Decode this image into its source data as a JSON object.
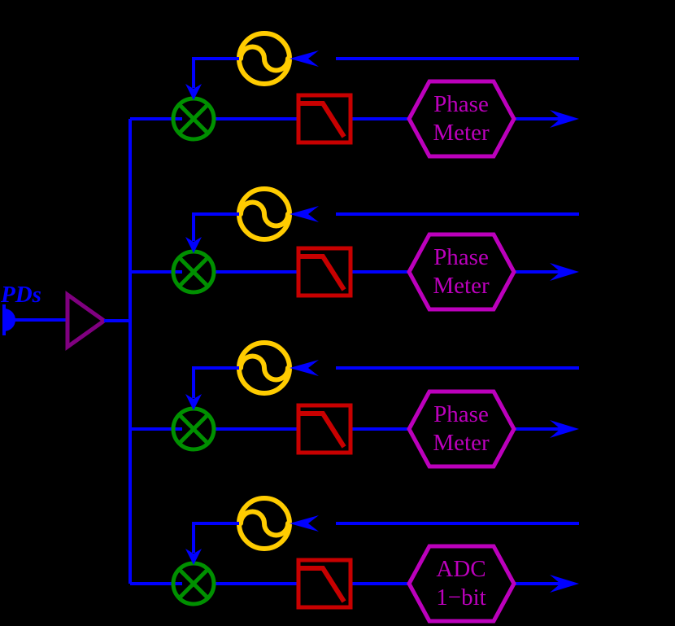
{
  "diagram": {
    "background_color": "#000000",
    "colors": {
      "wire_blue": "#0000ff",
      "oscillator_yellow": "#ffcc00",
      "mixer_green": "#009000",
      "filter_red": "#c80000",
      "meter_magenta": "#bc00bc",
      "amplifier_purple": "#800080"
    },
    "input": {
      "label": "PDs",
      "icon": "photodiode-icon"
    },
    "amplifier": {
      "icon": "amplifier-triangle-icon"
    },
    "channels": [
      {
        "oscillator_icon": "oscillator-icon",
        "mixer_icon": "mixer-icon",
        "filter_icon": "lowpass-filter-icon",
        "box_name": "phase-meter",
        "box_label_line1": "Phase",
        "box_label_line2": "Meter"
      },
      {
        "oscillator_icon": "oscillator-icon",
        "mixer_icon": "mixer-icon",
        "filter_icon": "lowpass-filter-icon",
        "box_name": "phase-meter",
        "box_label_line1": "Phase",
        "box_label_line2": "Meter"
      },
      {
        "oscillator_icon": "oscillator-icon",
        "mixer_icon": "mixer-icon",
        "filter_icon": "lowpass-filter-icon",
        "box_name": "phase-meter",
        "box_label_line1": "Phase",
        "box_label_line2": "Meter"
      },
      {
        "oscillator_icon": "oscillator-icon",
        "mixer_icon": "mixer-icon",
        "filter_icon": "lowpass-filter-icon",
        "box_name": "adc-1bit",
        "box_label_line1": "ADC",
        "box_label_line2": "1−bit"
      }
    ]
  }
}
